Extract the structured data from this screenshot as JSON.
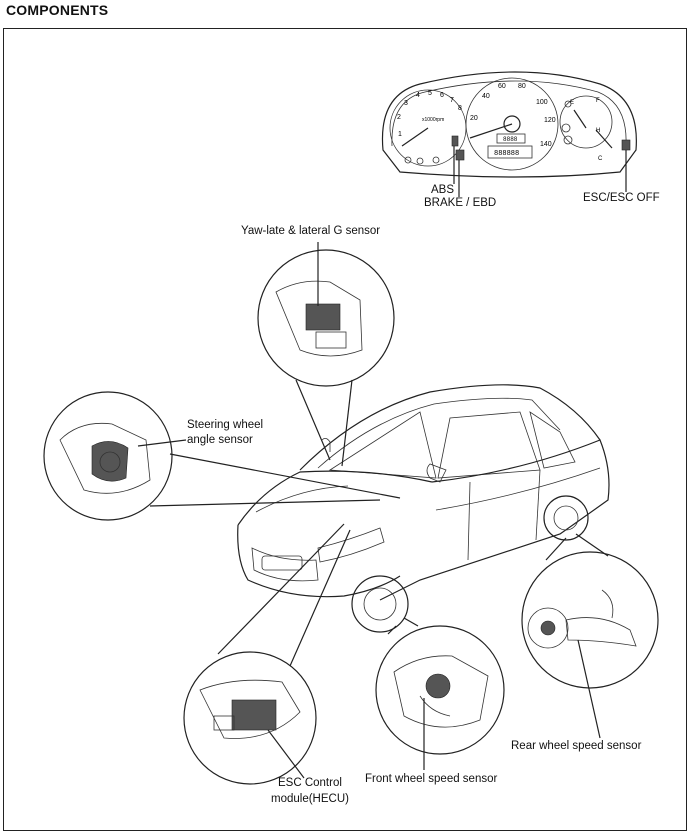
{
  "header": {
    "title": "COMPONENTS"
  },
  "labels": {
    "abs": "ABS",
    "brake_ebd": "BRAKE / EBD",
    "esc_off": "ESC/ESC OFF",
    "yaw_sensor": "Yaw-late & lateral G sensor",
    "steering_line1": "Steering wheel",
    "steering_line2": "angle sensor",
    "esc_module_line1": "ESC Control",
    "esc_module_line2": "module(HECU)",
    "front_wheel": "Front wheel speed sensor",
    "rear_wheel": "Rear wheel speed sensor"
  },
  "cluster": {
    "tach_ticks": [
      "1",
      "2",
      "3",
      "4",
      "5",
      "6",
      "7",
      "8"
    ],
    "tach_unit": "x1000rpm",
    "speed_ticks": [
      "20",
      "40",
      "60",
      "80",
      "100",
      "120",
      "140"
    ],
    "fuel_labels": [
      "F",
      "E"
    ],
    "temp_labels": [
      "H",
      "C"
    ],
    "odometer": "888888",
    "trip": "8888"
  }
}
